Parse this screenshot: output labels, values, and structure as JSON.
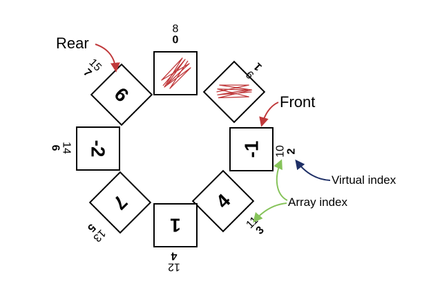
{
  "labels": {
    "rear": "Rear",
    "front": "Front",
    "virtual_index": "Virtual index",
    "array_index": "Array index"
  },
  "colors": {
    "rear_arrow": "#c0393b",
    "front_arrow": "#c0393b",
    "virtual_arrow": "#1e2f66",
    "array_arrow": "#86c35a",
    "scribble": "#c0393b",
    "box_stroke": "#000000"
  },
  "cells": [
    {
      "slot": "top",
      "value": "",
      "virtual": "0",
      "array": "8",
      "empty": true
    },
    {
      "slot": "top-right",
      "value": "",
      "virtual": "1",
      "array": "9",
      "empty": true
    },
    {
      "slot": "right",
      "value": "-1",
      "virtual": "2",
      "array": "10",
      "empty": false
    },
    {
      "slot": "bottom-right",
      "value": "4",
      "virtual": "3",
      "array": "11",
      "empty": false
    },
    {
      "slot": "bottom",
      "value": "1",
      "virtual": "4",
      "array": "12",
      "empty": false
    },
    {
      "slot": "bottom-left",
      "value": "7",
      "virtual": "5",
      "array": "13",
      "empty": false
    },
    {
      "slot": "left",
      "value": "-2",
      "virtual": "6",
      "array": "14",
      "empty": false
    },
    {
      "slot": "top-left",
      "value": "6",
      "virtual": "7",
      "array": "15",
      "empty": false
    }
  ]
}
